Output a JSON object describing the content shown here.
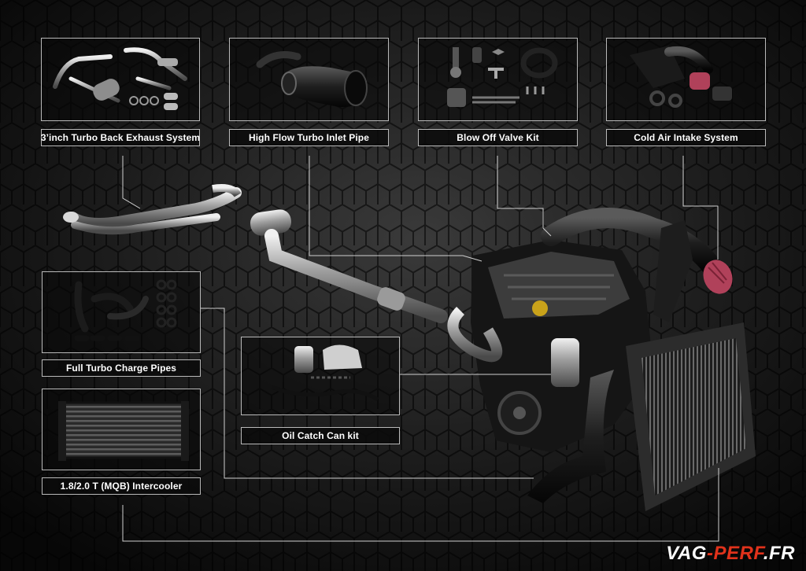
{
  "labels": {
    "exhaust": "3’inch Turbo Back Exhaust System",
    "inlet": "High Flow Turbo Inlet Pipe",
    "bov": "Blow Off Valve Kit",
    "intake": "Cold Air Intake System",
    "charge": "Full Turbo Charge Pipes",
    "catch": "Oil Catch Can kit",
    "intercooler": "1.8/2.0 T (MQB)  Intercooler"
  },
  "watermark": {
    "part1": "VAG",
    "part2": "-PERF",
    "part3": ".FR"
  },
  "colors": {
    "background": "#111111",
    "border": "#b9b9b9",
    "leader": "#cfcfcf",
    "watermark_accent": "#e0321b",
    "air_filter": "#b0415a"
  }
}
